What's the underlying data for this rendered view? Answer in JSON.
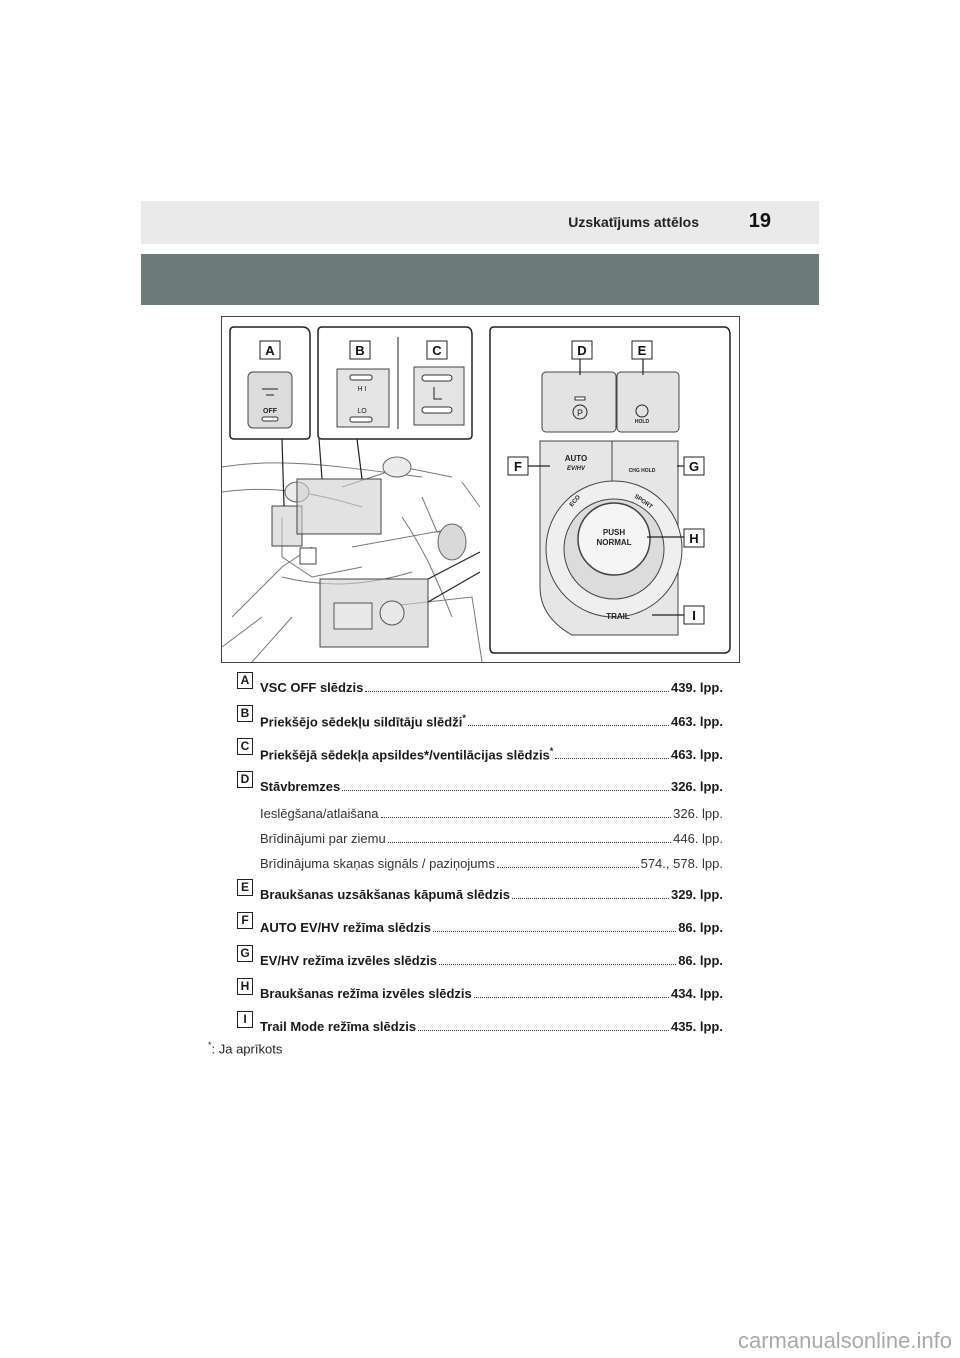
{
  "header": {
    "title": "Uzskatījums attēlos",
    "page_number": "19"
  },
  "figure": {
    "callouts": [
      "A",
      "B",
      "C",
      "D",
      "E",
      "F",
      "G",
      "H",
      "I"
    ],
    "button_labels": {
      "vsc_off": "OFF",
      "seat_hi": "H I",
      "seat_lo": "LO",
      "hold": "HOLD",
      "parking": "P",
      "auto": "AUTO",
      "ev_hv": "EV/HV",
      "chg_hold": "CHG HOLD",
      "eco": "ECO",
      "sport": "SPORT",
      "push": "PUSH",
      "normal": "NORMAL",
      "trail": "TRAIL"
    }
  },
  "entries": [
    {
      "letter": "A",
      "label": "VSC OFF slēdzis",
      "sup": "",
      "page": "439. lpp.",
      "sub": false
    },
    {
      "letter": "B",
      "label": "Priekšējo sēdekļu sildītāju slēdži",
      "sup": "*",
      "page": "463. lpp.",
      "sub": false
    },
    {
      "letter": "C",
      "label": "Priekšējā sēdekļa apsildes*/ventilācijas slēdzis",
      "sup": "*",
      "page": "463. lpp.",
      "sub": false
    },
    {
      "letter": "D",
      "label": "Stāvbremzes",
      "sup": "",
      "page": "326. lpp.",
      "sub": false
    },
    {
      "letter": "",
      "label": "Ieslēgšana/atlaišana",
      "sup": "",
      "page": "326. lpp.",
      "sub": true
    },
    {
      "letter": "",
      "label": "Brīdinājumi par ziemu",
      "sup": "",
      "page": "446. lpp.",
      "sub": true
    },
    {
      "letter": "",
      "label": "Brīdinājuma skaņas signāls / paziņojums",
      "sup": "",
      "page": "574., 578. lpp.",
      "sub": true
    },
    {
      "letter": "E",
      "label": "Braukšanas uzsākšanas kāpumā slēdzis",
      "sup": "",
      "page": "329. lpp.",
      "sub": false
    },
    {
      "letter": "F",
      "label": "AUTO EV/HV režīma slēdzis",
      "sup": "",
      "page": "86. lpp.",
      "sub": false
    },
    {
      "letter": "G",
      "label": "EV/HV režīma izvēles slēdzis",
      "sup": "",
      "page": "86. lpp.",
      "sub": false
    },
    {
      "letter": "H",
      "label": "Braukšanas režīma izvēles slēdzis",
      "sup": "",
      "page": "434. lpp.",
      "sub": false
    },
    {
      "letter": "I",
      "label": "Trail Mode režīma slēdzis",
      "sup": "",
      "page": "435. lpp.",
      "sub": false
    }
  ],
  "footnote": {
    "mark": "*",
    "text": ": Ja aprīkots"
  },
  "watermark": "carmanualsonline.info",
  "colors": {
    "band": "#6d7b7a",
    "header_bg": "#eaeaea"
  }
}
